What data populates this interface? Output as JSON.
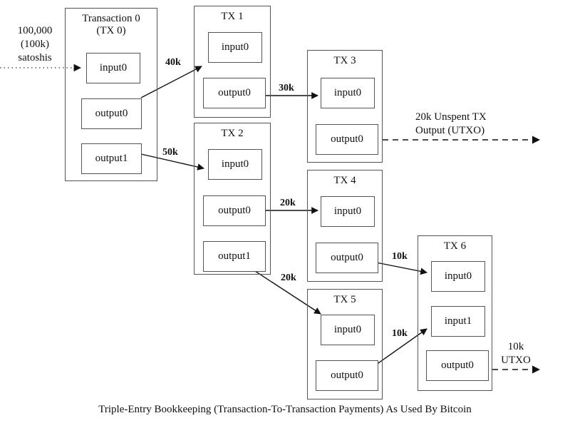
{
  "diagram": {
    "caption": "Triple-Entry Bookkeeping (Transaction-To-Transaction Payments) As Used By Bitcoin",
    "background": "#ffffff",
    "line_color": "#555555",
    "text_color": "#111111"
  },
  "notes": {
    "source_input": "100,000\n(100k)\nsatoshis",
    "utxo_20k": "20k Unspent TX\nOutput (UTXO)",
    "utxo_10k": "10k\nUTXO"
  },
  "transactions": [
    {
      "id": "tx0",
      "title": "Transaction 0\n(TX 0)",
      "slots": [
        {
          "name": "input0",
          "kind": "input"
        },
        {
          "name": "output0",
          "kind": "output"
        },
        {
          "name": "output1",
          "kind": "output"
        }
      ]
    },
    {
      "id": "tx1",
      "title": "TX 1",
      "slots": [
        {
          "name": "input0",
          "kind": "input"
        },
        {
          "name": "output0",
          "kind": "output"
        }
      ]
    },
    {
      "id": "tx2",
      "title": "TX 2",
      "slots": [
        {
          "name": "input0",
          "kind": "input"
        },
        {
          "name": "output0",
          "kind": "output"
        },
        {
          "name": "output1",
          "kind": "output"
        }
      ]
    },
    {
      "id": "tx3",
      "title": "TX 3",
      "slots": [
        {
          "name": "input0",
          "kind": "input"
        },
        {
          "name": "output0",
          "kind": "output"
        }
      ]
    },
    {
      "id": "tx4",
      "title": "TX 4",
      "slots": [
        {
          "name": "input0",
          "kind": "input"
        },
        {
          "name": "output0",
          "kind": "output"
        }
      ]
    },
    {
      "id": "tx5",
      "title": "TX 5",
      "slots": [
        {
          "name": "input0",
          "kind": "input"
        },
        {
          "name": "output0",
          "kind": "output"
        }
      ]
    },
    {
      "id": "tx6",
      "title": "TX 6",
      "slots": [
        {
          "name": "input0",
          "kind": "input"
        },
        {
          "name": "input1",
          "kind": "input"
        },
        {
          "name": "output0",
          "kind": "output"
        }
      ]
    }
  ],
  "flows": [
    {
      "id": "f-src-tx0",
      "amount": "",
      "from": "source",
      "to": "tx0.input0",
      "style": "dotted"
    },
    {
      "id": "f-tx0-tx1",
      "amount": "40k",
      "from": "tx0.output0",
      "to": "tx1.input0",
      "style": "solid"
    },
    {
      "id": "f-tx0-tx2",
      "amount": "50k",
      "from": "tx0.output1",
      "to": "tx2.input0",
      "style": "solid"
    },
    {
      "id": "f-tx1-tx3",
      "amount": "30k",
      "from": "tx1.output0",
      "to": "tx3.input0",
      "style": "solid"
    },
    {
      "id": "f-tx2-tx4",
      "amount": "20k",
      "from": "tx2.output0",
      "to": "tx4.input0",
      "style": "solid"
    },
    {
      "id": "f-tx2-tx5",
      "amount": "20k",
      "from": "tx2.output1",
      "to": "tx5.input0",
      "style": "solid"
    },
    {
      "id": "f-tx4-tx6",
      "amount": "10k",
      "from": "tx4.output0",
      "to": "tx6.input0",
      "style": "solid"
    },
    {
      "id": "f-tx5-tx6",
      "amount": "10k",
      "from": "tx5.output0",
      "to": "tx6.input1",
      "style": "solid"
    },
    {
      "id": "f-tx3-utxo",
      "amount": "20k",
      "from": "tx3.output0",
      "to": "utxo",
      "style": "dashed"
    },
    {
      "id": "f-tx6-utxo",
      "amount": "10k",
      "from": "tx6.output0",
      "to": "utxo",
      "style": "dashed"
    }
  ]
}
